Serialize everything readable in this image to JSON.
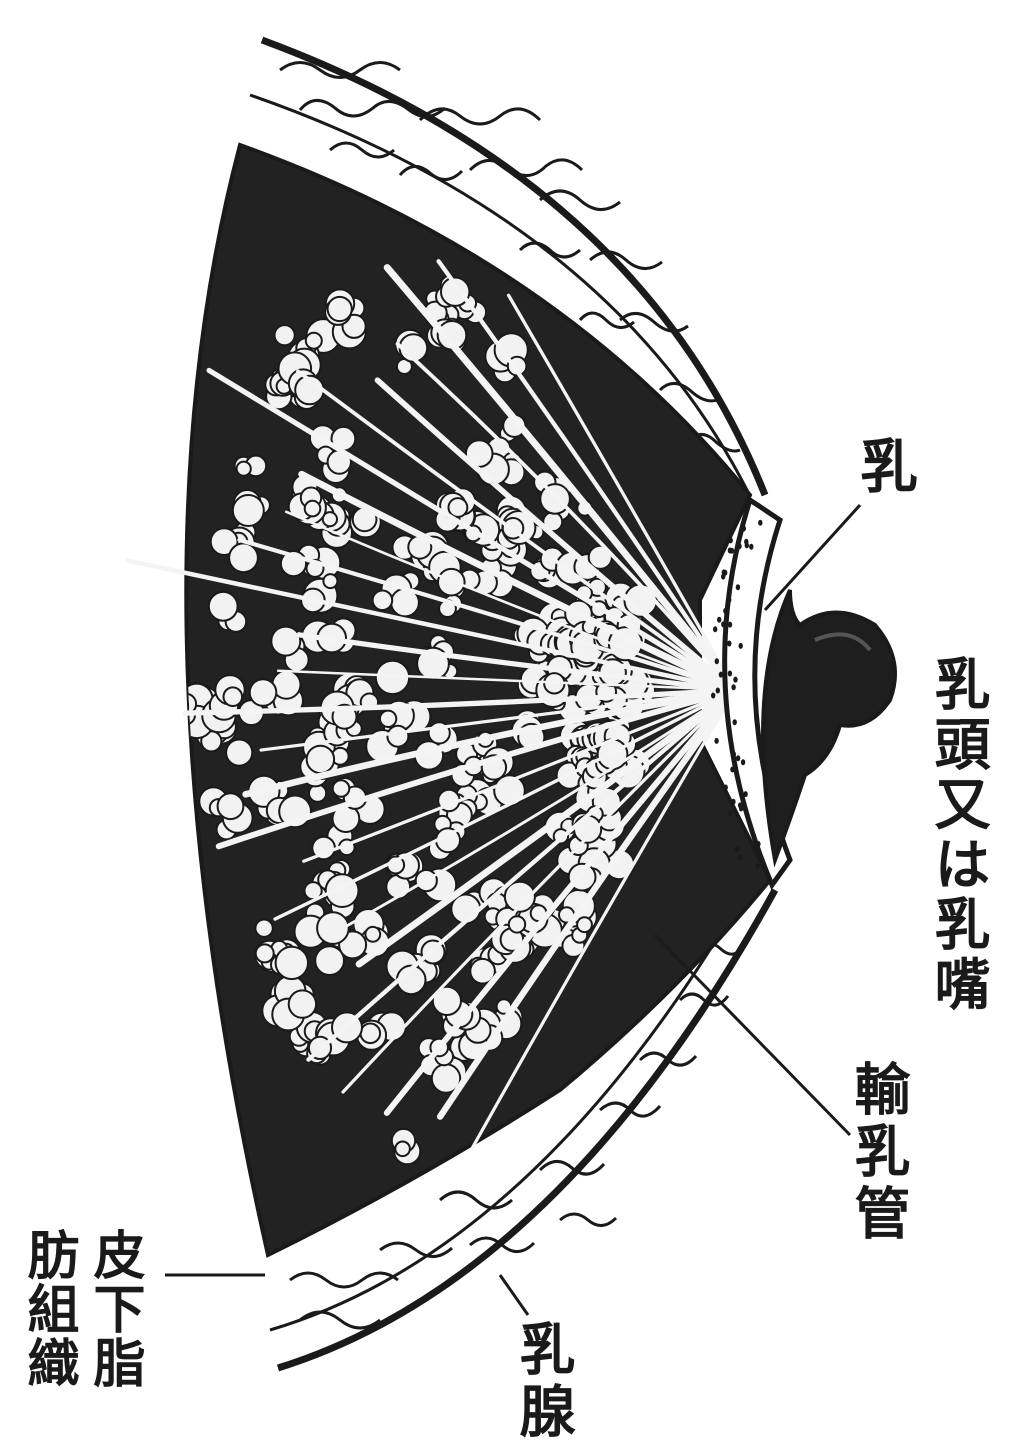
{
  "labels": {
    "areola": "乳",
    "nipple": "乳頭又は乳嘴",
    "ducts": "輸乳管",
    "gland": "乳腺",
    "subcutaneous_fat": [
      "皮下脂",
      "肪組織"
    ]
  },
  "colors": {
    "ink": "#1a1a1a",
    "tissue_dark": "#222222",
    "paper": "#ffffff"
  }
}
